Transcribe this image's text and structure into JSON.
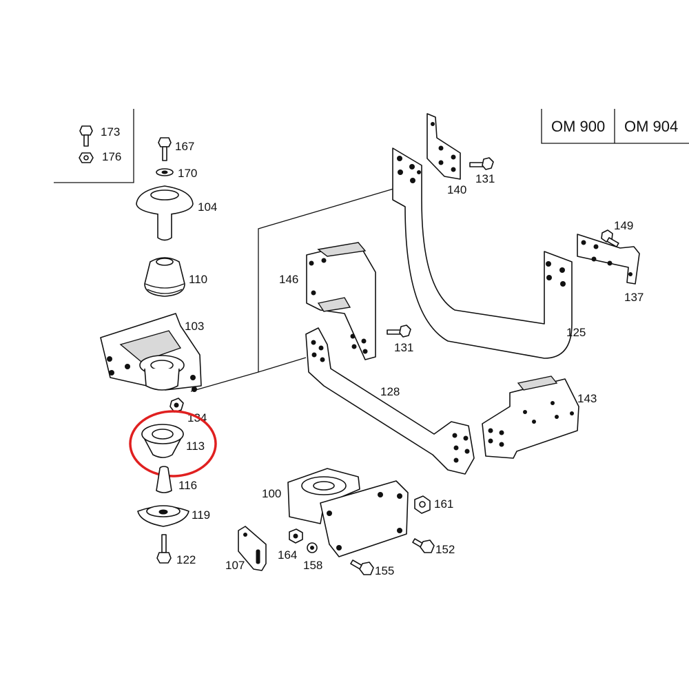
{
  "header": {
    "engine_models": [
      "OM 900",
      "OM 904"
    ]
  },
  "highlight": {
    "part_number": "113",
    "color": "#e02020"
  },
  "legend_box": {
    "items": [
      "173",
      "176"
    ]
  },
  "part_labels": {
    "p100": "100",
    "p103": "103",
    "p104": "104",
    "p107": "107",
    "p110": "110",
    "p113": "113",
    "p116": "116",
    "p119": "119",
    "p122": "122",
    "p125": "125",
    "p128": "128",
    "p131a": "131",
    "p131b": "131",
    "p134": "134",
    "p137": "137",
    "p140": "140",
    "p143": "143",
    "p146": "146",
    "p149": "149",
    "p152": "152",
    "p155": "155",
    "p158": "158",
    "p161": "161",
    "p164": "164",
    "p167": "167",
    "p170": "170",
    "p173": "173",
    "p176": "176"
  }
}
